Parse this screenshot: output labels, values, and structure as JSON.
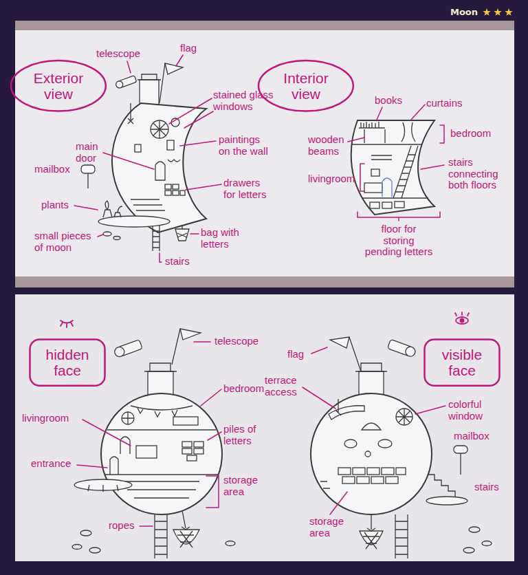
{
  "diagram": {
    "title": "Moon",
    "nodes": [
      {
        "text": [
          "Exterior view"
        ]
      },
      {
        "text": [
          "Interior view"
        ]
      },
      {
        "text": [
          "hidden face"
        ]
      },
      {
        "text": [
          "visible face"
        ]
      }
    ],
    "labels": [
      "telescope",
      "flag",
      "stained glass windows",
      "main door",
      "paintings on the wall",
      "mailbox",
      "drawers for letters",
      "plants",
      "small pieces of moon",
      "bag with letters",
      "stairs",
      "books",
      "curtains",
      "wooden beams",
      "bedroom",
      "livingroom",
      "stairs connecting both floors",
      "floor for storing pending letters",
      "telescope",
      "bedroom",
      "livingroom",
      "piles of letters",
      "entrance",
      "storage area",
      "ropes",
      "flag",
      "terrace access",
      "colorful window",
      "mailbox",
      "stairs",
      "storage area"
    ]
  }
}
